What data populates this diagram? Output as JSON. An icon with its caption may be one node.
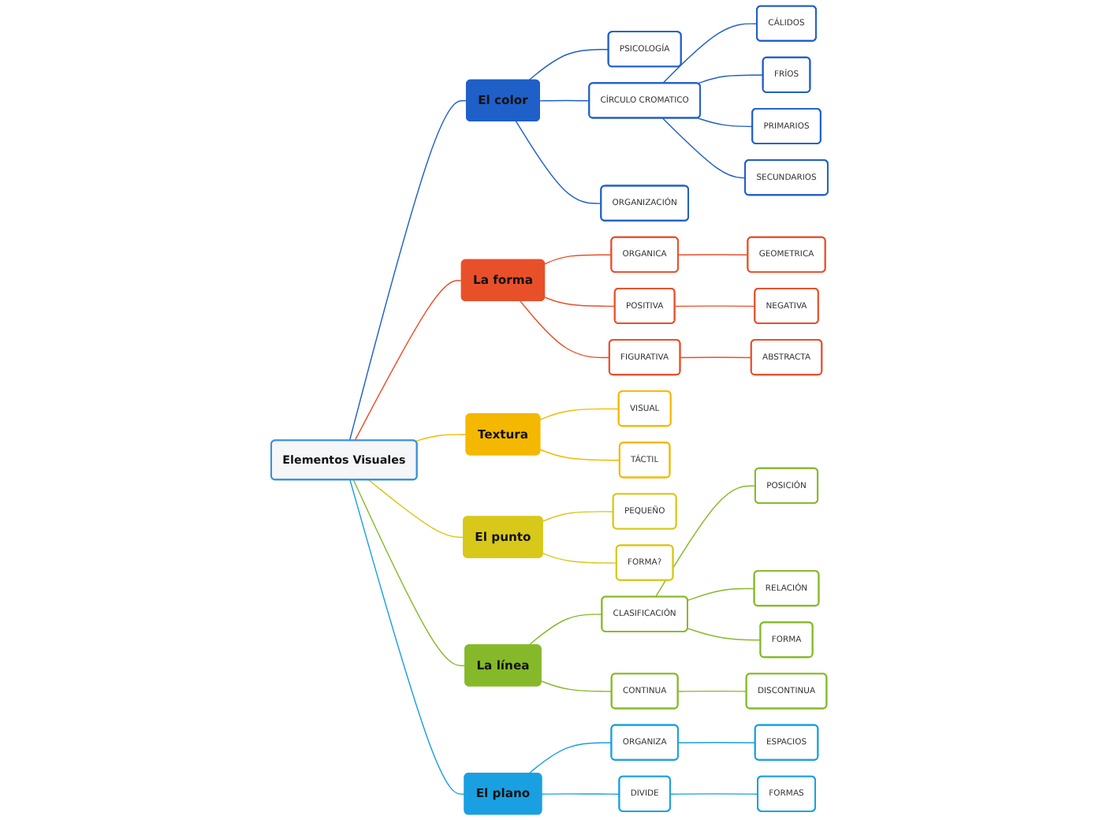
{
  "diagram": {
    "nodes": [
      {
        "text": [
          "Elementos Visuales"
        ]
      },
      {
        "text": [
          "El color"
        ]
      },
      {
        "text": [
          "PSICOLOGÍA"
        ]
      },
      {
        "text": [
          "CÍRCULO CROMATICO"
        ]
      },
      {
        "text": [
          "CÁLIDOS"
        ]
      },
      {
        "text": [
          "FRÍOS"
        ]
      },
      {
        "text": [
          "PRIMARIOS"
        ]
      },
      {
        "text": [
          "SECUNDARIOS"
        ]
      },
      {
        "text": [
          "ORGANIZACIÓN"
        ]
      },
      {
        "text": [
          "La forma"
        ]
      },
      {
        "text": [
          "ORGANICA"
        ]
      },
      {
        "text": [
          "GEOMETRICA"
        ]
      },
      {
        "text": [
          "POSITIVA"
        ]
      },
      {
        "text": [
          "NEGATIVA"
        ]
      },
      {
        "text": [
          "FIGURATIVA"
        ]
      },
      {
        "text": [
          "ABSTRACTA"
        ]
      },
      {
        "text": [
          "Textura"
        ]
      },
      {
        "text": [
          "VISUAL"
        ]
      },
      {
        "text": [
          "TÁCTIL"
        ]
      },
      {
        "text": [
          "El punto"
        ]
      },
      {
        "text": [
          "PEQUEÑO"
        ]
      },
      {
        "text": [
          "FORMA?"
        ]
      },
      {
        "text": [
          "La línea"
        ]
      },
      {
        "text": [
          "CLASIFICACIÓN"
        ]
      },
      {
        "text": [
          "POSICIÓN"
        ]
      },
      {
        "text": [
          "RELACIÓN"
        ]
      },
      {
        "text": [
          "FORMA"
        ]
      },
      {
        "text": [
          "CONTINUA"
        ]
      },
      {
        "text": [
          "DISCONTINUA"
        ]
      },
      {
        "text": [
          "El plano"
        ]
      },
      {
        "text": [
          "ORGANIZA"
        ]
      },
      {
        "text": [
          "ESPACIOS"
        ]
      },
      {
        "text": [
          "DIVIDE"
        ]
      },
      {
        "text": [
          "FORMAS"
        ]
      }
    ],
    "edges": [
      {
        "from": 0,
        "to": 1,
        "arrow": "none",
        "color": "#1f5fc8"
      },
      {
        "from": 1,
        "to": 2,
        "arrow": "none",
        "color": "#1f5fc8"
      },
      {
        "from": 1,
        "to": 3,
        "arrow": "none",
        "color": "#1f5fc8"
      },
      {
        "from": 3,
        "to": 4,
        "arrow": "none",
        "color": "#1f5fc8"
      },
      {
        "from": 3,
        "to": 5,
        "arrow": "none",
        "color": "#1f5fc8"
      },
      {
        "from": 3,
        "to": 6,
        "arrow": "none",
        "color": "#1f5fc8"
      },
      {
        "from": 3,
        "to": 7,
        "arrow": "none",
        "color": "#1f5fc8"
      },
      {
        "from": 1,
        "to": 8,
        "arrow": "none",
        "color": "#1f5fc8"
      },
      {
        "from": 0,
        "to": 9,
        "arrow": "none",
        "color": "#e8502a"
      },
      {
        "from": 9,
        "to": 10,
        "arrow": "none",
        "color": "#e8502a"
      },
      {
        "from": 10,
        "to": 11,
        "arrow": "none",
        "color": "#e8502a"
      },
      {
        "from": 9,
        "to": 12,
        "arrow": "none",
        "color": "#e8502a"
      },
      {
        "from": 12,
        "to": 13,
        "arrow": "none",
        "color": "#e8502a"
      },
      {
        "from": 9,
        "to": 14,
        "arrow": "none",
        "color": "#e8502a"
      },
      {
        "from": 14,
        "to": 15,
        "arrow": "none",
        "color": "#e8502a"
      },
      {
        "from": 0,
        "to": 16,
        "arrow": "none",
        "color": "#f5b800"
      },
      {
        "from": 16,
        "to": 17,
        "arrow": "none",
        "color": "#f5b800"
      },
      {
        "from": 16,
        "to": 18,
        "arrow": "none",
        "color": "#f5b800"
      },
      {
        "from": 0,
        "to": 19,
        "arrow": "none",
        "color": "#d8c81a"
      },
      {
        "from": 19,
        "to": 20,
        "arrow": "none",
        "color": "#d8c81a"
      },
      {
        "from": 19,
        "to": 21,
        "arrow": "none",
        "color": "#d8c81a"
      },
      {
        "from": 0,
        "to": 22,
        "arrow": "none",
        "color": "#86b92a"
      },
      {
        "from": 22,
        "to": 23,
        "arrow": "none",
        "color": "#86b92a"
      },
      {
        "from": 23,
        "to": 24,
        "arrow": "none",
        "color": "#86b92a"
      },
      {
        "from": 23,
        "to": 25,
        "arrow": "none",
        "color": "#86b92a"
      },
      {
        "from": 23,
        "to": 26,
        "arrow": "none",
        "color": "#86b92a"
      },
      {
        "from": 22,
        "to": 27,
        "arrow": "none",
        "color": "#86b92a"
      },
      {
        "from": 27,
        "to": 28,
        "arrow": "none",
        "color": "#86b92a"
      },
      {
        "from": 0,
        "to": 29,
        "arrow": "none",
        "color": "#1aa0e0"
      },
      {
        "from": 29,
        "to": 30,
        "arrow": "none",
        "color": "#1aa0e0"
      },
      {
        "from": 30,
        "to": 31,
        "arrow": "none",
        "color": "#1aa0e0"
      },
      {
        "from": 29,
        "to": 32,
        "arrow": "none",
        "color": "#1aa0e0"
      },
      {
        "from": 32,
        "to": 33,
        "arrow": "none",
        "color": "#1aa0e0"
      }
    ]
  }
}
